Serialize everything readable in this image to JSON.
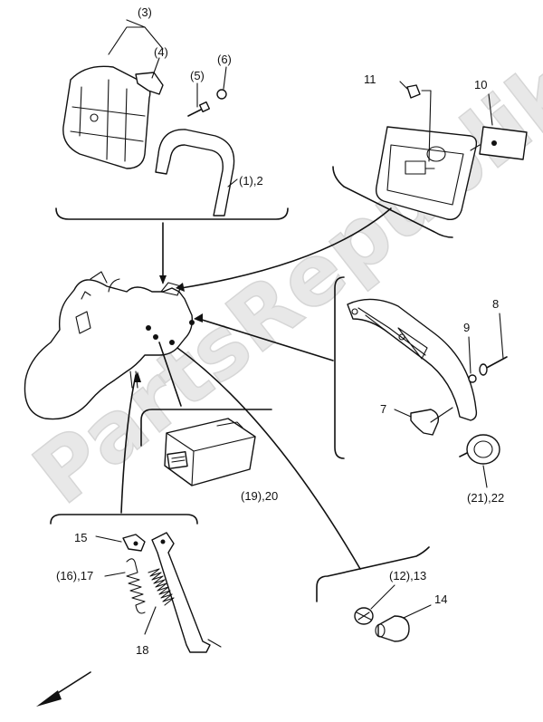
{
  "watermark": "PartsRepublik",
  "labels": {
    "l3": "(3)",
    "l4": "(4)",
    "l5": "(5)",
    "l6": "(6)",
    "l1_2": "(1),2",
    "l11": "11",
    "l10": "10",
    "l8": "8",
    "l9": "9",
    "l7": "7",
    "l21_22": "(21),22",
    "l19_20": "(19),20",
    "l15": "15",
    "l16_17": "(16),17",
    "l18": "18",
    "l12_13": "(12),13",
    "l14": "14"
  }
}
